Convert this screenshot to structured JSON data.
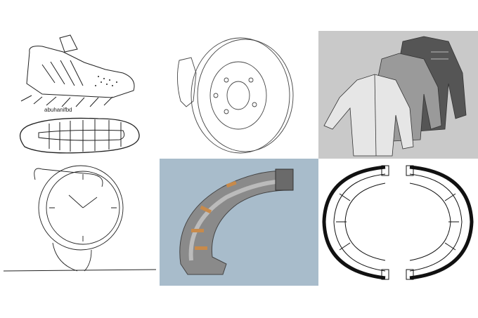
{
  "panels": [
    {
      "id": "sneaker",
      "caption": "abuhanifbd"
    },
    {
      "id": "brake-disc"
    },
    {
      "id": "jackets"
    },
    {
      "id": "watch"
    },
    {
      "id": "brake-shoe-3d"
    },
    {
      "id": "brake-shoes-pair"
    }
  ],
  "colors": {
    "jacket_bg": "#c9c9c9",
    "shoe3d_bg": "#a8bccb",
    "shoe_metal": "#8a8a8a",
    "shoe_accent": "#c88a4a"
  }
}
